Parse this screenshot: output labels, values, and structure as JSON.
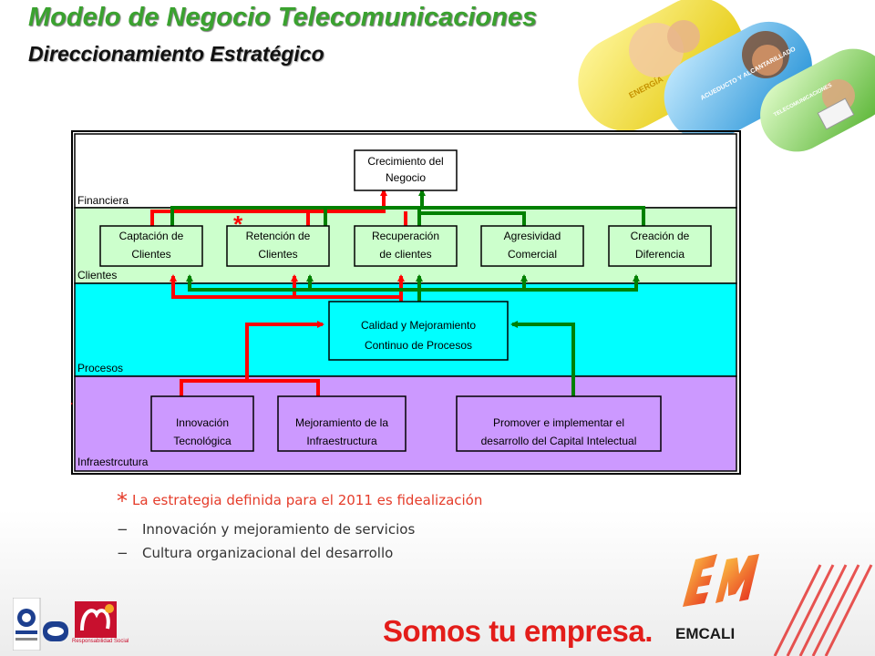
{
  "header": {
    "title": "Modelo de Negocio Telecomunicaciones",
    "subtitle": "Direccionamiento Estratégico"
  },
  "banner": {
    "pill_energia": "ENERGÍA",
    "pill_acueducto": "ACUEDUCTO Y ALCANTARILLADO",
    "pill_telecom": "TELECOMUNICACIONES"
  },
  "diagram": {
    "bands": {
      "financiera": "Financiera",
      "clientes": "Clientes",
      "procesos": "Procesos",
      "infraestructura": "Infraestrcutura"
    },
    "band_colors": {
      "financiera": "#ffffff",
      "clientes": "#ccffcc",
      "procesos": "#00ffff",
      "infraestructura": "#cc99ff"
    },
    "arrow_colors": {
      "red": "#ff0000",
      "green": "#008000"
    },
    "boxes": {
      "crecimiento": [
        "Crecimiento del",
        "Negocio"
      ],
      "captacion": [
        "Captación de",
        "Clientes"
      ],
      "retencion": [
        "Retención de",
        "Clientes"
      ],
      "recuperacion": [
        "Recuperación",
        "de clientes"
      ],
      "agresividad": [
        "Agresividad",
        "Comercial"
      ],
      "creacion": [
        "Creación de",
        "Diferencia"
      ],
      "calidad": [
        "Calidad y Mejoramiento",
        "Continuo de Procesos"
      ],
      "innovacion": [
        "Innovación",
        "Tecnológica"
      ],
      "mejoramiento": [
        "Mejoramiento de la",
        "Infraestructura"
      ],
      "promover": [
        "Promover e implementar el",
        "desarrollo del Capital Intelectual"
      ]
    },
    "star": "*"
  },
  "notes": {
    "star": "*",
    "strategy": "La estrategia definida para el 2011 es fidealización",
    "dash": "−",
    "item1": "Innovación y mejoramiento de servicios",
    "item2": "Cultura organizacional del desarrollo"
  },
  "footer": {
    "slogan": "Somos tu empresa.",
    "brand": "EMCALI",
    "rs_label": "Responsabilidad Social"
  }
}
